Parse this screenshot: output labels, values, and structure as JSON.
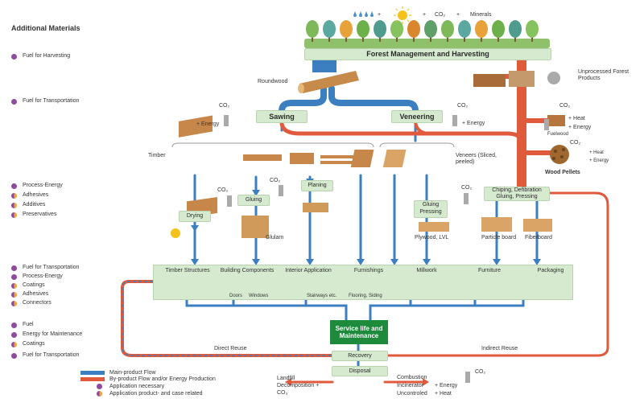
{
  "title": "Additional Materials",
  "legend_left": {
    "g1": [
      "Fuel for Harvesting"
    ],
    "g2": [
      "Fuel for Transportation"
    ],
    "g3": [
      "Process-Energy",
      "Adhesives",
      "Additives",
      "Preservatives"
    ],
    "g4": [
      "Fuel for Transportation",
      "Process-Energy",
      "Coatings",
      "Adhesives",
      "Connectors"
    ],
    "g5": [
      "Fuel",
      "Energy for Maintenance",
      "Coatings"
    ],
    "g6": [
      "Fuel for Transportation"
    ]
  },
  "top_inputs": {
    "plus1": "+",
    "plus2": "+",
    "co2": "CO₂",
    "plus3": "+",
    "minerals": "Minerals"
  },
  "forest_label": "Forest Management and Harvesting",
  "roundwood": "Roundwood",
  "unprocessed": "Unprocessed Forest Products",
  "sawing": "Sawing",
  "veneering": "Veneering",
  "co2": "CO₂",
  "plus_energy": "+ Energy",
  "plus_heat": "+ Heat",
  "fuelwood": "Fuelwood",
  "wood_pellets": "Wood Pellets",
  "timber": "Timber",
  "veneers": "Veneers (Sliced, peeled)",
  "chipping": "Chiping, Defibration Gluing, Pressing",
  "planing": "Planing",
  "gluing": "Gluing",
  "drying": "Drying",
  "glulam": "Glulam",
  "gluing_pressing": "Gluing Pressing",
  "plywood": "Plywood, LVL",
  "particle": "Particle board",
  "fiberboard": "Fiberboard",
  "products": [
    "Timber Structures",
    "Building Components",
    "Interior Application",
    "Furnishings",
    "Millwork",
    "Furniture",
    "Packaging"
  ],
  "sub_doors": "Doors",
  "sub_windows": "Windows",
  "sub_stairways": "Stairways etc.",
  "sub_flooring": "Flooring, Siding",
  "service": "Service life and Maintenance",
  "direct_reuse": "Direct Reuse",
  "indirect_reuse": "Indirect Reuse",
  "recovery": "Recovery",
  "disposal": "Disposal",
  "landfill": "Landfill Decomposition + CO₃",
  "combustion": "Combustion",
  "incinerator": "Incinerator",
  "uncontroled": "Uncontroled",
  "plus_heat_right": "+ Heat",
  "legend_bottom": {
    "main": "Main-product Flow",
    "by": "By-product Flow and/or Energy Production",
    "necessary": "Application necessary",
    "related": "Application product- and case related"
  },
  "colors": {
    "main_flow": "#3b7fc0",
    "by_flow": "#e05a3c",
    "box": "#d6ead0",
    "service": "#1e8a3c",
    "purple": "#8e4a9e",
    "orange": "#f2a33a"
  }
}
